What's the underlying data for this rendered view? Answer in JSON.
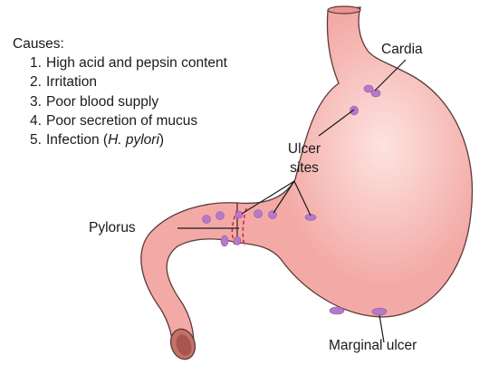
{
  "causes": {
    "title": "Causes:",
    "items": [
      {
        "num": "1.",
        "text": "High acid and pepsin content"
      },
      {
        "num": "2.",
        "text": "Irritation"
      },
      {
        "num": "3.",
        "text": "Poor blood supply"
      },
      {
        "num": "4.",
        "text": "Poor secretion of mucus"
      },
      {
        "num": "5.",
        "text_before": "Infection (",
        "text_italic": "H. pylori",
        "text_after": ")"
      }
    ]
  },
  "labels": {
    "cardia": "Cardia",
    "ulcer_sites_line1": "Ulcer",
    "ulcer_sites_line2": "sites",
    "pylorus": "Pylorus",
    "marginal_ulcer": "Marginal ulcer"
  },
  "colors": {
    "stomach_fill": "#f3aaa6",
    "stomach_highlight": "#fcd8d4",
    "stomach_outline": "#5a3a3a",
    "ulcer": "#b57ac7",
    "sphincter_dash": "#d4244a",
    "lumen": "#c47267"
  }
}
